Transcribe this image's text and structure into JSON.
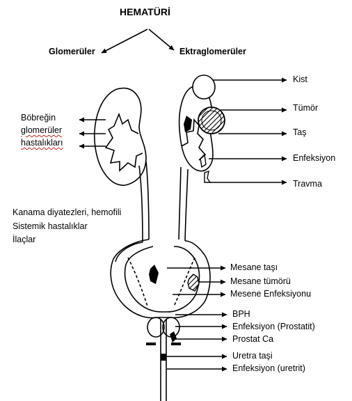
{
  "title": "HEMATÜRİ",
  "categories": {
    "left": "Glomerüler",
    "right": "Ektraglomerüler"
  },
  "left_labels": {
    "kidney_line1": "Böbreğin",
    "kidney_line2": "glomerüler",
    "kidney_line3": "hastalıkları",
    "systemic_line1": "Kanama diyatezleri, hemofili",
    "systemic_line2": "Sistemik hastalıklar",
    "systemic_line3": "İlaçlar"
  },
  "right_labels": {
    "kist": "Kist",
    "tumor": "Tümör",
    "tas": "Taş",
    "enfeksiyon": "Enfeksiyon",
    "travma": "Travma",
    "mesane_tasi": "Mesane taşı",
    "mesane_tumoru": "Mesane tümörü",
    "mesane_enfeksiyonu": "Mesene Enfeksiyonu",
    "bph": "BPH",
    "prostatit": "Enfeksiyon (Prostatit)",
    "prostat_ca": "Prostat Ca",
    "uretra_tasi": "Uretra taşi",
    "uretrit": "Enfeksiyon (uretrit)"
  }
}
